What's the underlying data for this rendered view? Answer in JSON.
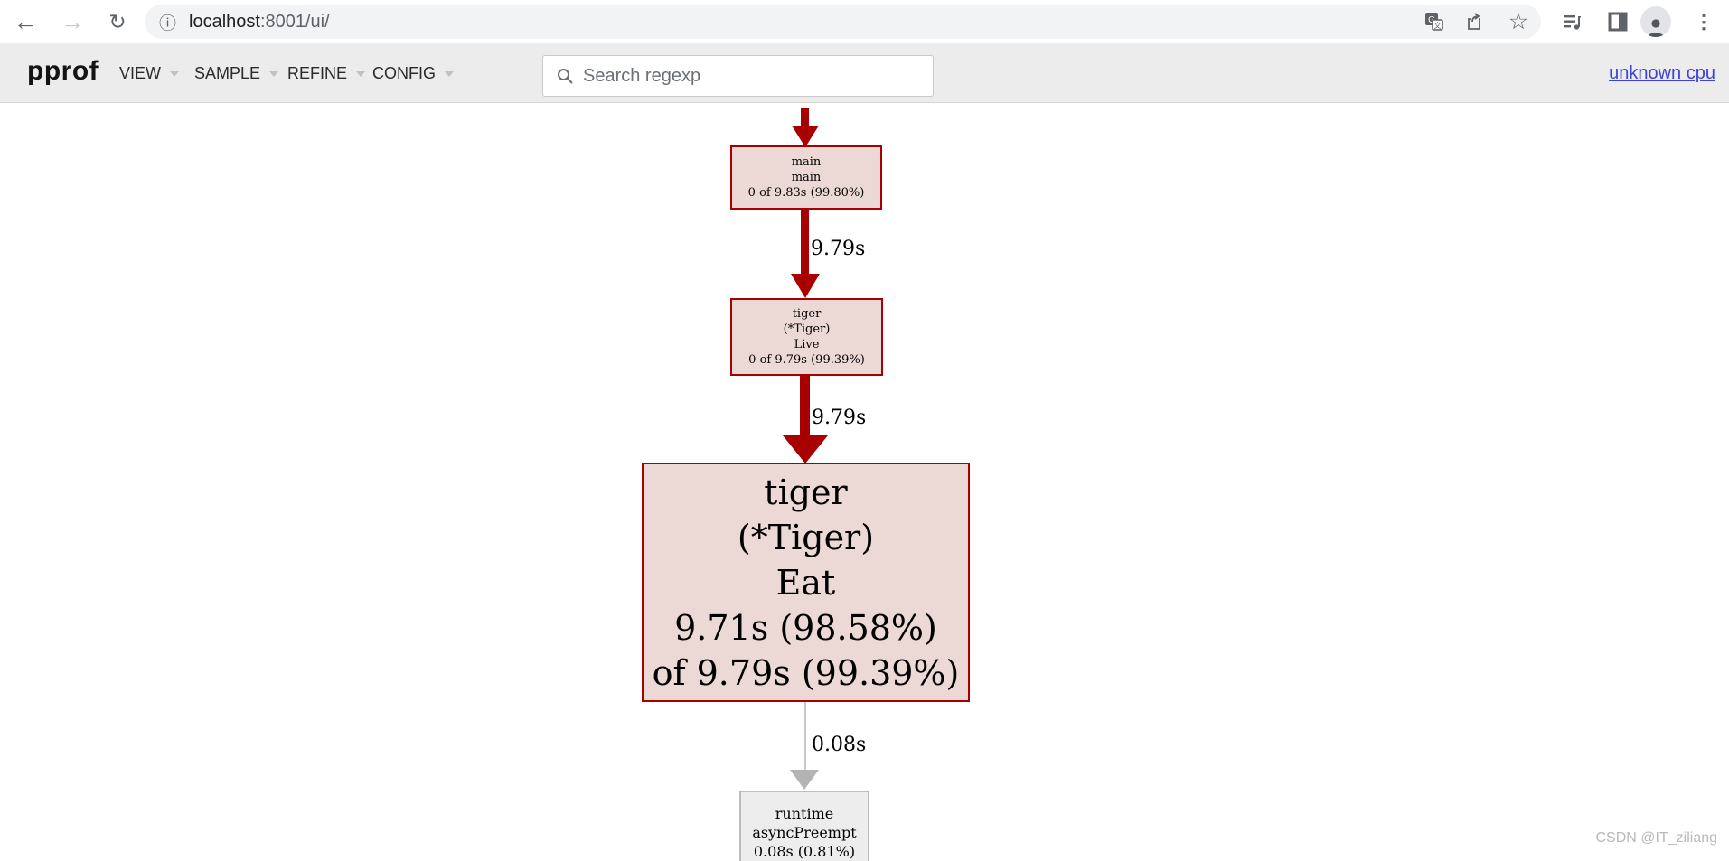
{
  "browser": {
    "url_host": "localhost",
    "url_path": ":8001/ui/"
  },
  "toolbar": {
    "logo": "pprof",
    "menus": [
      {
        "label": "VIEW"
      },
      {
        "label": "SAMPLE"
      },
      {
        "label": "REFINE"
      },
      {
        "label": "CONFIG"
      }
    ],
    "search_placeholder": "Search regexp",
    "profile_link": "unknown cpu"
  },
  "graph": {
    "nodes": [
      {
        "id": "main",
        "lines": [
          "main",
          "main",
          "0 of 9.83s (99.80%)"
        ]
      },
      {
        "id": "tiger-live",
        "lines": [
          "tiger",
          "(*Tiger)",
          "Live",
          "0 of 9.79s (99.39%)"
        ]
      },
      {
        "id": "tiger-eat",
        "lines": [
          "tiger",
          "(*Tiger)",
          "Eat",
          "9.71s (98.58%)",
          "of 9.79s (99.39%)"
        ]
      },
      {
        "id": "runtime-asyncpreempt",
        "lines": [
          "runtime",
          "asyncPreempt",
          "0.08s (0.81%)"
        ]
      }
    ],
    "edges": [
      {
        "from": "main",
        "to": "tiger-live",
        "label": "9.79s"
      },
      {
        "from": "tiger-live",
        "to": "tiger-eat",
        "label": "9.79s"
      },
      {
        "from": "tiger-eat",
        "to": "runtime-asyncpreempt",
        "label": "0.08s"
      }
    ],
    "colors": {
      "hot_fill": "#ecd9d6",
      "hot_border": "#a80000",
      "cool_fill": "#ededed",
      "cool_border": "#bdbdbd",
      "gray_edge": "#c6c6c6"
    }
  },
  "watermark": "CSDN @IT_ziliang"
}
